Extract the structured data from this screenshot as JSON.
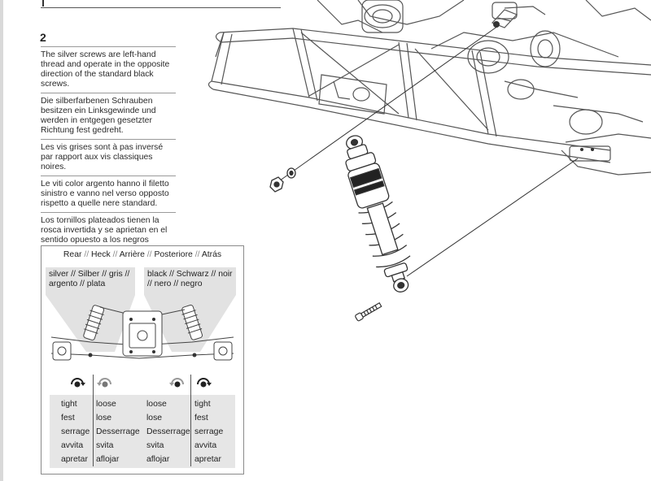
{
  "step": "2",
  "instructions": [
    "The silver screws are left-hand thread and operate in the opposite direction of the standard black screws.",
    "Die silberfarbenen Schrauben besitzen ein Linksgewinde und werden in entgegen gesetzter Richtung fest gedreht.",
    "Les vis grises sont à pas inversé par rapport aux vis classiques noires.",
    "Le viti color argento hanno il filetto sinistro e vanno nel verso opposto rispetto a quelle nere standard.",
    "Los tornillos plateados tienen la rosca invertida y se aprietan en el sentido opuesto a los negros (estándar)."
  ],
  "reference": {
    "header": {
      "rear": "Rear",
      "heck": "Heck",
      "arriere": "Arrière",
      "posteriore": "Posteriore",
      "atras": "Atrás",
      "sep": "//"
    },
    "silver_label": {
      "line1": "silver // Silber // gris //",
      "line2": "argento // plata"
    },
    "black_label": {
      "line1": "black // Schwarz // noir",
      "line2": "// nero // negro"
    },
    "columns": [
      {
        "icon": "clockwise-arrow-icon",
        "words": [
          "tight",
          "fest",
          "serrage",
          "avvita",
          "apretar"
        ]
      },
      {
        "icon": "counterclockwise-arrow-icon",
        "words": [
          "loose",
          "lose",
          "Desserrage",
          "svita",
          "aflojar"
        ]
      },
      {
        "icon": "clockwise-arrow-icon",
        "words": [
          "loose",
          "lose",
          "Desserrage",
          "svita",
          "aflojar"
        ]
      },
      {
        "icon": "counterclockwise-arrow-icon",
        "words": [
          "tight",
          "fest",
          "serrage",
          "avvita",
          "apretar"
        ]
      }
    ]
  }
}
